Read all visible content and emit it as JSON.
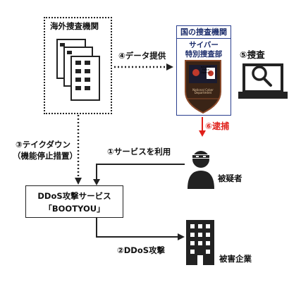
{
  "overseas_agency": {
    "label": "海外捜査機関"
  },
  "national_agency": {
    "header": "国の捜査機関",
    "unit_line1": "サイバー",
    "unit_line2": "特別捜査部",
    "emblem_text": "National Police Agency",
    "emblem_lower": "National Cyber Department"
  },
  "steps": {
    "data_provide": "④データ提供",
    "investigate": "⑤捜査",
    "arrest": "⑥逮捕",
    "takedown_1": "③テイクダウン",
    "takedown_2": "（機能停止措置）",
    "use_service": "①サービスを利用",
    "ddos_attack": "②DDoS攻撃"
  },
  "ddos_service": {
    "line1": "DDoS攻撃サービス",
    "line2": "「BOOTYOU」"
  },
  "suspect": {
    "label": "被疑者"
  },
  "victim": {
    "label": "被害企業"
  },
  "colors": {
    "arrest_red": "#e0201a",
    "agency_navy": "#1b2c6b",
    "emblem_brown": "#8a4a2a"
  }
}
